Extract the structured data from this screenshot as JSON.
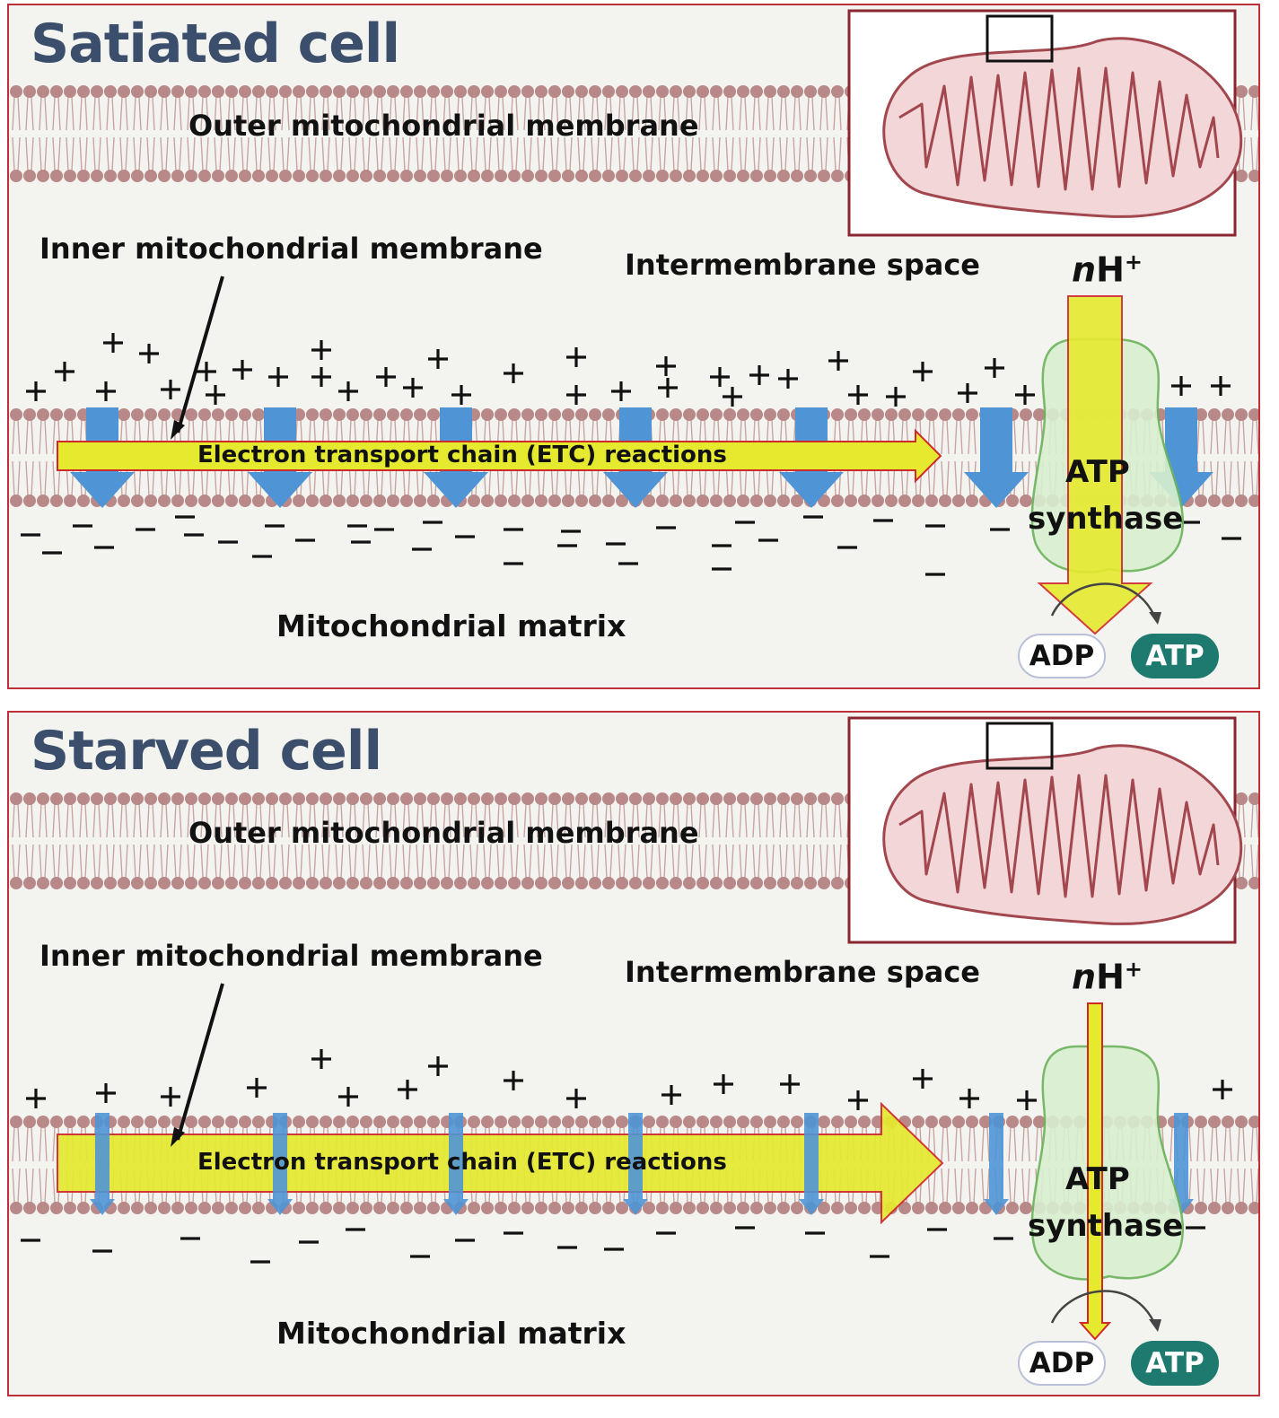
{
  "panels": [
    {
      "title": "Satiated cell",
      "outer_membrane_label": "Outer mitochondrial membrane",
      "inner_membrane_label": "Inner mitochondrial membrane",
      "intermembrane_label": "Intermembrane space",
      "proton_label_n": "n",
      "proton_label_h": "H",
      "proton_label_sup": "+",
      "etc_label": "Electron transport chain (ETC) reactions",
      "atp_synthase_line1": "ATP",
      "atp_synthase_line2": "synthase",
      "matrix_label": "Mitochondrial matrix",
      "adp_label": "ADP",
      "atp_label": "ATP",
      "state": "high gradient"
    },
    {
      "title": "Starved cell",
      "outer_membrane_label": "Outer mitochondrial membrane",
      "inner_membrane_label": "Inner mitochondrial membrane",
      "intermembrane_label": "Intermembrane space",
      "proton_label_n": "n",
      "proton_label_h": "H",
      "proton_label_sup": "+",
      "etc_label": "Electron transport chain (ETC) reactions",
      "atp_synthase_line1": "ATP",
      "atp_synthase_line2": "synthase",
      "matrix_label": "Mitochondrial matrix",
      "adp_label": "ADP",
      "atp_label": "ATP",
      "state": "low gradient"
    }
  ],
  "colors": {
    "panel_border": "#c0303a",
    "panel_bg": "#f3f4ef",
    "title": "#3b4e6b",
    "lipid_head": "#b98888",
    "lipid_tail": "#c9a4a4",
    "etc_arrow": "#e6ea2f",
    "etc_arrow_border": "#cf2a2a",
    "proton_arrow": "#4f95d6",
    "atp_synthase_fill": "#d9efcf",
    "atp_synthase_border": "#6bb25b",
    "mito_fill": "#f2d6d8",
    "mito_stroke": "#a2474e",
    "atp_pill": "#1e7a6e"
  },
  "icons": [
    "mitochondrion-icon",
    "plus-charge-icon",
    "minus-charge-icon",
    "proton-pump-arrow-icon"
  ]
}
